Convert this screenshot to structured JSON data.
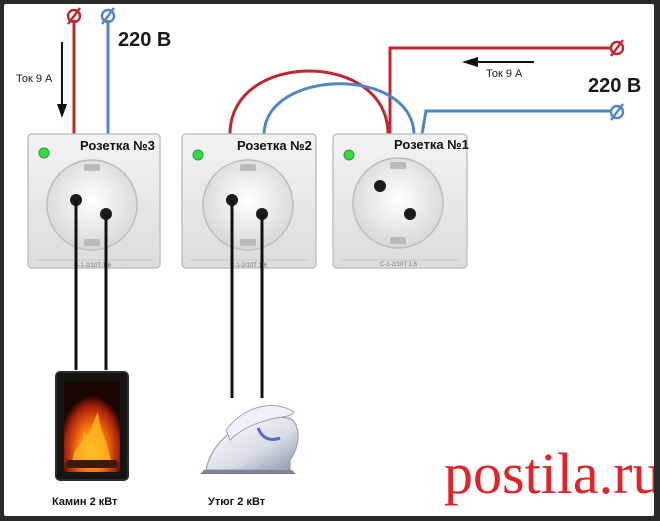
{
  "voltage_left": "220 В",
  "voltage_right": "220 В",
  "current_left": "Ток 9 А",
  "current_right": "Ток 9 А",
  "sockets": [
    {
      "label": "Розетка №3",
      "model": "С-1-2/10Т 1.6"
    },
    {
      "label": "Розетка №2",
      "model": "С-1-2/10Т 1.6"
    },
    {
      "label": "Розетка №1",
      "model": "С-1-2/10Т 1.6"
    }
  ],
  "devices": [
    {
      "label": "Камин 2 кВт"
    },
    {
      "label": "Утюг 2 кВт"
    }
  ],
  "watermark": "postila.ru",
  "colors": {
    "phase_wire": "#c0282f",
    "neutral_wire": "#4f86c6",
    "indicator": "#39d94a",
    "brand": "#e2232b"
  }
}
